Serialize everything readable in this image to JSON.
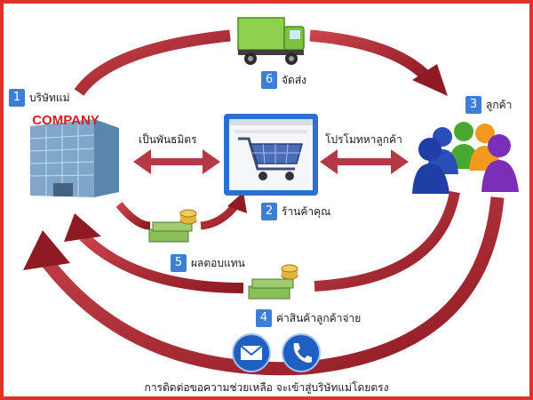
{
  "nodes": [
    {
      "num": "1",
      "label": "บริษัทแม่"
    },
    {
      "num": "2",
      "label": "ร้านค้าคุณ"
    },
    {
      "num": "3",
      "label": "ลูกค้า"
    },
    {
      "num": "4",
      "label": "ค่าสินค้าลูกค้าจ่าย"
    },
    {
      "num": "5",
      "label": "ผลตอบแทน"
    },
    {
      "num": "6",
      "label": "จัดส่ง"
    }
  ],
  "relations": {
    "partner": "เป็นพันธมิตร",
    "promote": "โปรโมทหาลูกค้า"
  },
  "company_sign": "COMPANY",
  "contact_note": "การติดต่อขอความช่วยเหลือ จะเข้าสู่บริษัทแม่โดยตรง",
  "colors": {
    "arrow": "#a8212b",
    "badge": "#3d7fd6",
    "frame": "#e0312b"
  }
}
